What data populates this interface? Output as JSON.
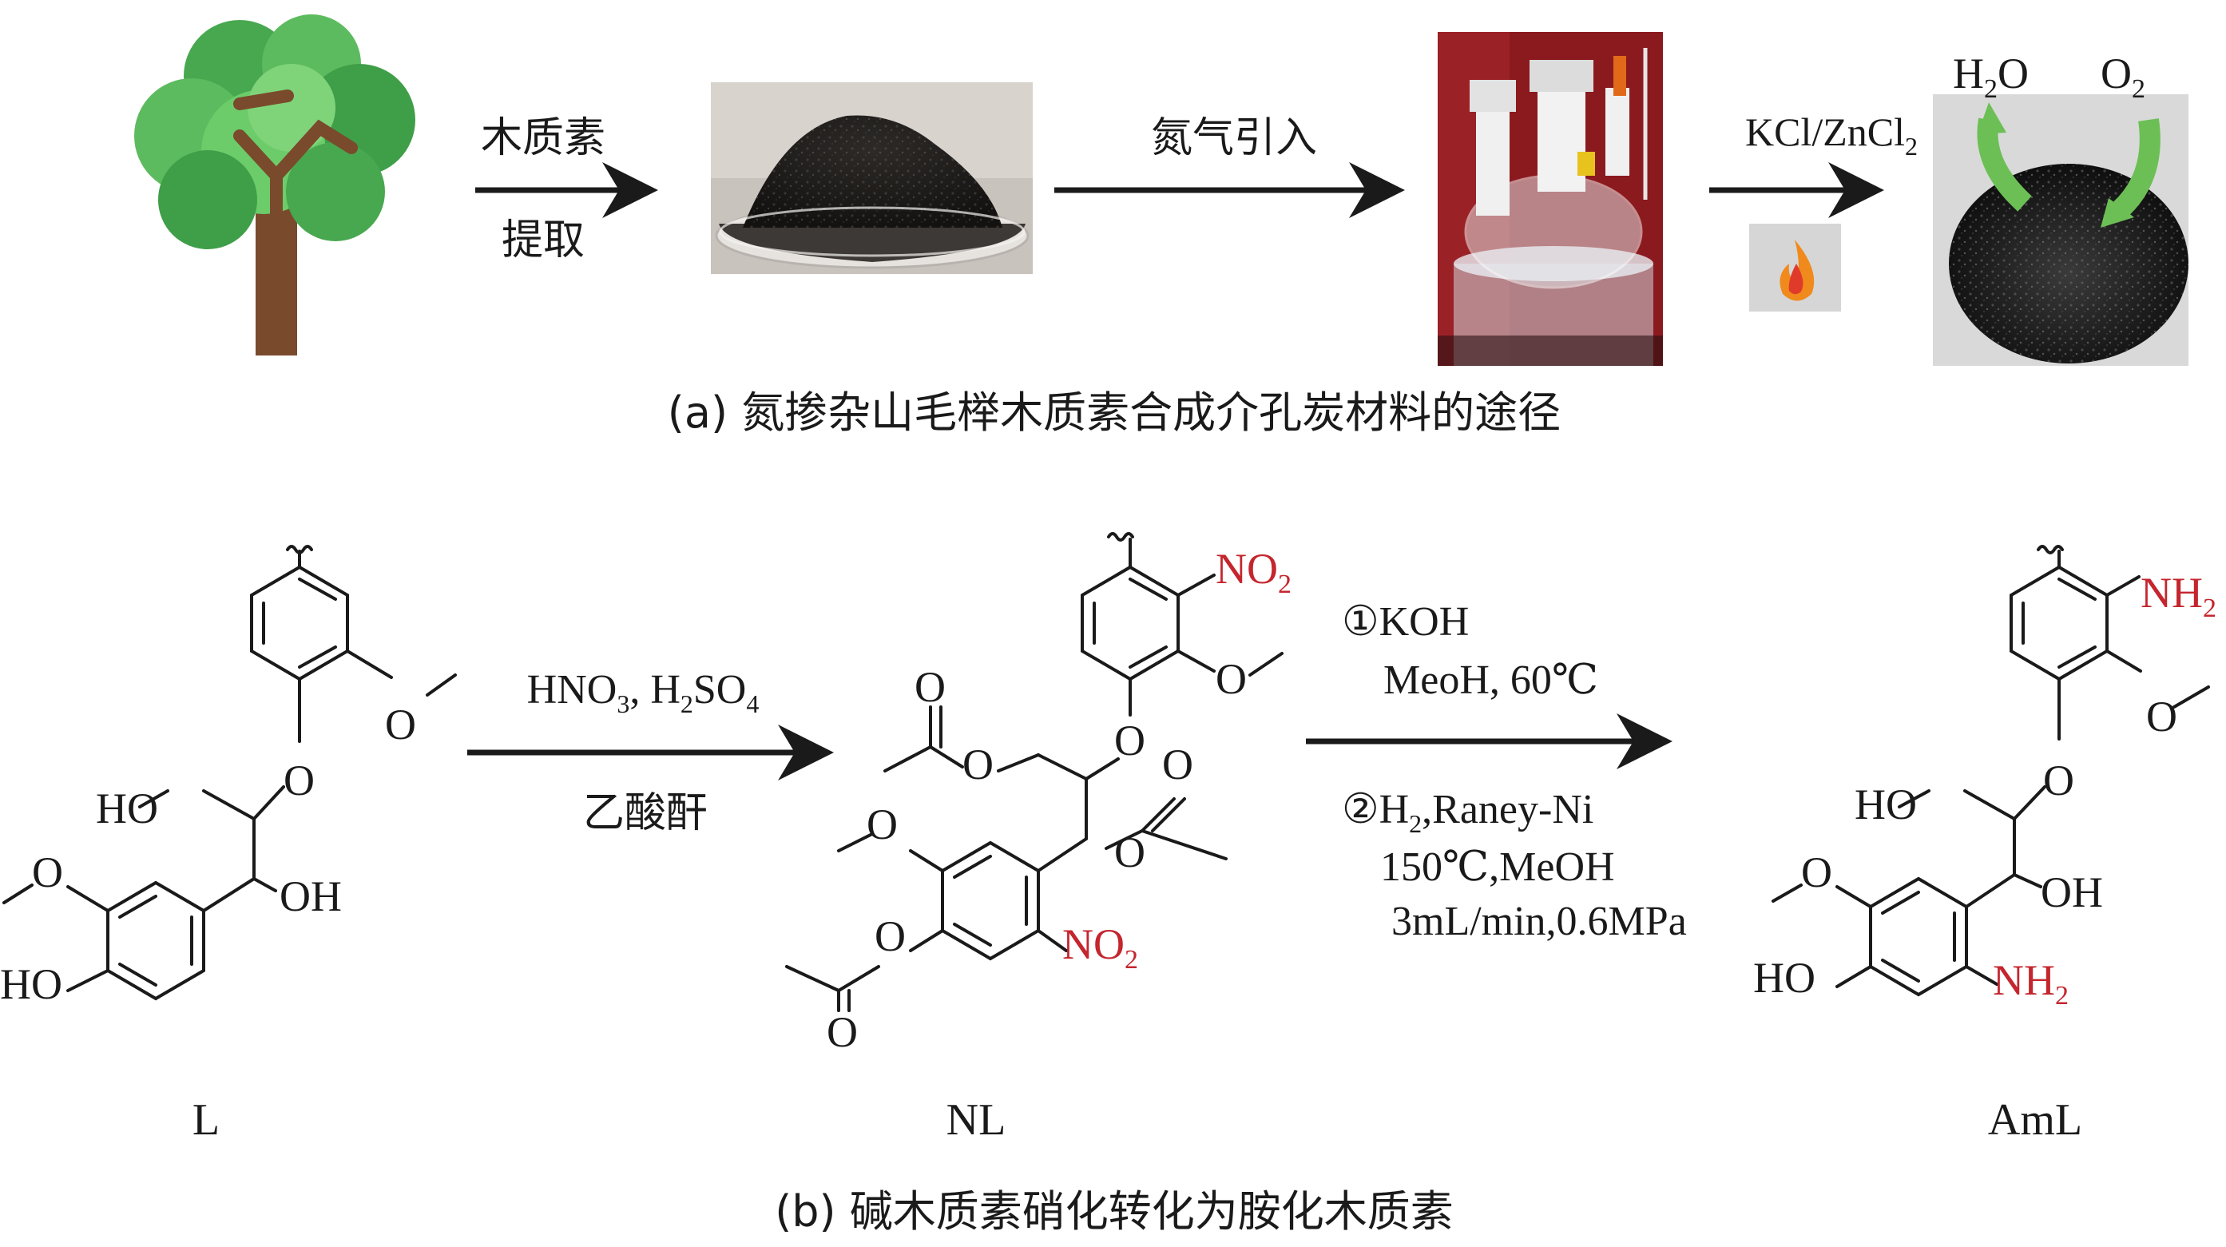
{
  "panel_a": {
    "caption": "(a) 氮掺杂山毛榉木质素合成介孔炭材料的途径",
    "step1_top": "木质素",
    "step1_bottom": "提取",
    "step2_top": "氮气引入",
    "step3_top_main": "KCl/ZnCl",
    "step3_top_sub": "2",
    "water_main_a": "H",
    "water_sub": "2",
    "water_main_b": "O",
    "oxygen_main": "O",
    "oxygen_sub": "2",
    "icons": [
      "tree-icon",
      "powder-dish-photo",
      "reactor-flask-photo",
      "flame-icon",
      "carbon-particle-photo"
    ],
    "colors": {
      "tree_green": "#3f9e48",
      "trunk": "#7a4a2c",
      "arrow_green": "#5fb04b"
    }
  },
  "panel_b": {
    "caption": "(b) 碱木质素硝化转化为胺化木质素",
    "reagents1_a": "HNO",
    "reagents1_sub1": "3",
    "reagents1_b": ", H",
    "reagents1_sub2": "2",
    "reagents1_c": "SO",
    "reagents1_sub3": "4",
    "reagents1_bottom": "乙酸酐",
    "reagents2_line1": "①KOH",
    "reagents2_line2": "MeoH, 60℃",
    "reagents2_line3_a": "②H",
    "reagents2_line3_sub": "2",
    "reagents2_line3_b": ",Raney-Ni",
    "reagents2_line4": "150℃,MeOH",
    "reagents2_line5": "3mL/min,0.6MPa",
    "compounds": {
      "L": {
        "name": "L",
        "labels": {
          "ho1": "HO",
          "oh1": "OH",
          "ho2": "HO",
          "o_ether": "O",
          "o_me1": "O",
          "o_me2": "O"
        }
      },
      "NL": {
        "name": "NL",
        "labels": {
          "no2_top": "NO",
          "no2_top_sub": "2",
          "no2_bot": "NO",
          "no2_bot_sub": "2",
          "o1": "O",
          "o2": "O",
          "o3": "O",
          "o4": "O",
          "o5": "O",
          "o6": "O",
          "o7": "O",
          "o8": "O",
          "o9": "O"
        }
      },
      "AmL": {
        "name": "AmL",
        "labels": {
          "nh2_top": "NH",
          "nh2_top_sub": "2",
          "nh2_bot": "NH",
          "nh2_bot_sub": "2",
          "ho1": "HO",
          "oh1": "OH",
          "ho2": "HO",
          "o_ether": "O",
          "o_me1": "O",
          "o_me2": "O"
        }
      }
    },
    "colors": {
      "substituent_red": "#c4262e"
    }
  }
}
